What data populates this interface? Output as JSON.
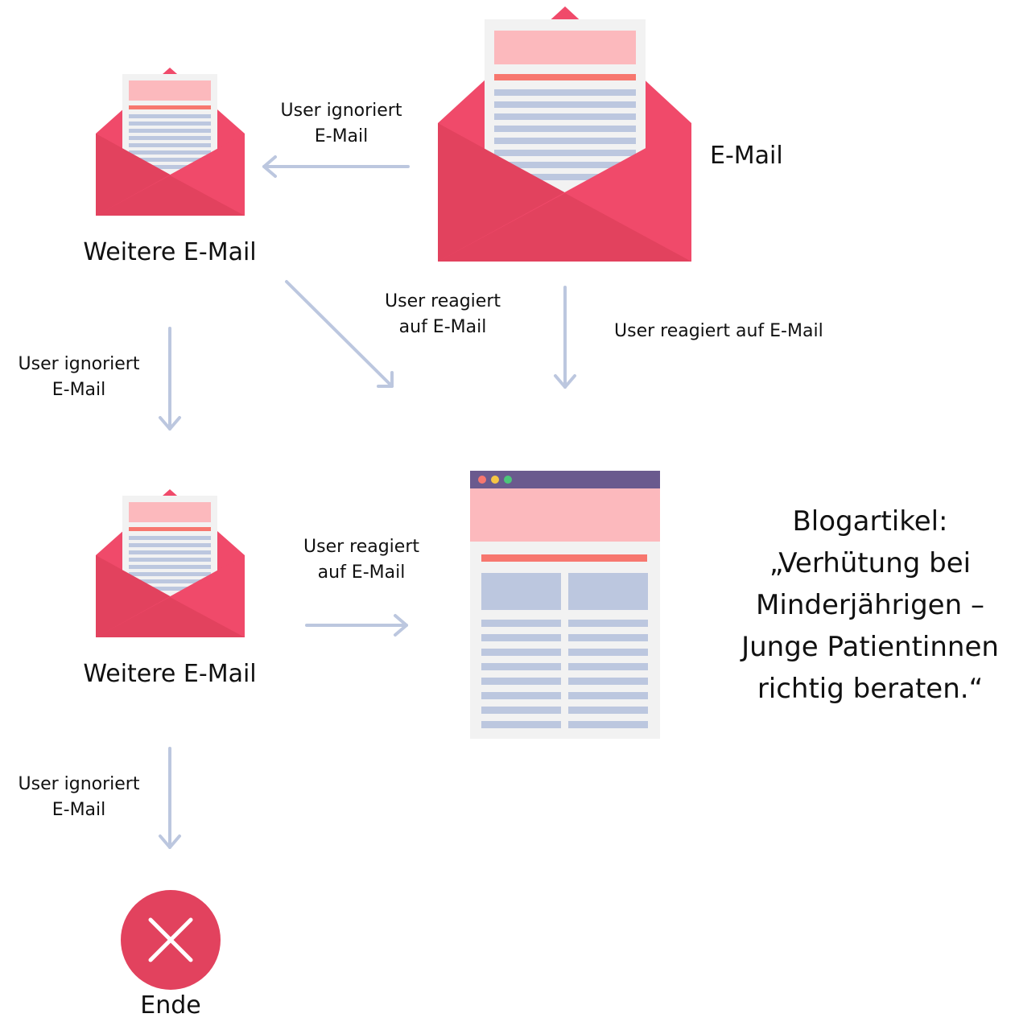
{
  "nodes": {
    "email_main": {
      "label": "E-Mail"
    },
    "email_2": {
      "label": "Weitere E-Mail"
    },
    "email_3": {
      "label": "Weitere E-Mail"
    },
    "blog": {
      "label_lines": [
        "Blogartikel:",
        "„Verhütung bei",
        "Minderjährigen –",
        "Junge Patientinnen",
        "richtig beraten.“"
      ]
    },
    "end": {
      "label": "Ende"
    }
  },
  "edges": {
    "main_to_2": {
      "line1": "User ignoriert",
      "line2": "E-Mail"
    },
    "main_to_blog": {
      "label": "User reagiert auf E-Mail"
    },
    "e2_to_blog": {
      "line1": "User reagiert",
      "line2": "auf E-Mail"
    },
    "e2_to_3": {
      "line1": "User ignoriert",
      "line2": "E-Mail"
    },
    "e3_to_blog": {
      "line1": "User reagiert",
      "line2": "auf E-Mail"
    },
    "e3_to_end": {
      "line1": "User ignoriert",
      "line2": "E-Mail"
    }
  },
  "colors": {
    "envelope_back": "#f04a6a",
    "envelope_front": "#e2425e",
    "letter_bg": "#f2f2f2",
    "letter_header": "#fcb9bd",
    "letter_accent": "#f7776f",
    "letter_lines": "#bcc7df",
    "arrow": "#bcc7df",
    "browser_bar": "#6a5a8e",
    "end_circle": "#e2425e"
  }
}
